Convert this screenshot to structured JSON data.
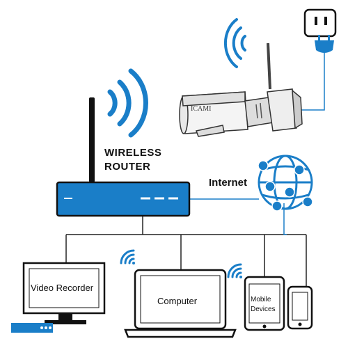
{
  "router": {
    "line1": "WIRELESS",
    "line2": "ROUTER"
  },
  "internet": {
    "label": "Internet"
  },
  "camera": {
    "brand": "ICAMI"
  },
  "devices": {
    "video_recorder": "Video Recorder",
    "computer": "Computer",
    "mobile_line1": "Mobile",
    "mobile_line2": "Devices"
  },
  "colors": {
    "accent": "#1a7ec8",
    "line": "#222222"
  }
}
